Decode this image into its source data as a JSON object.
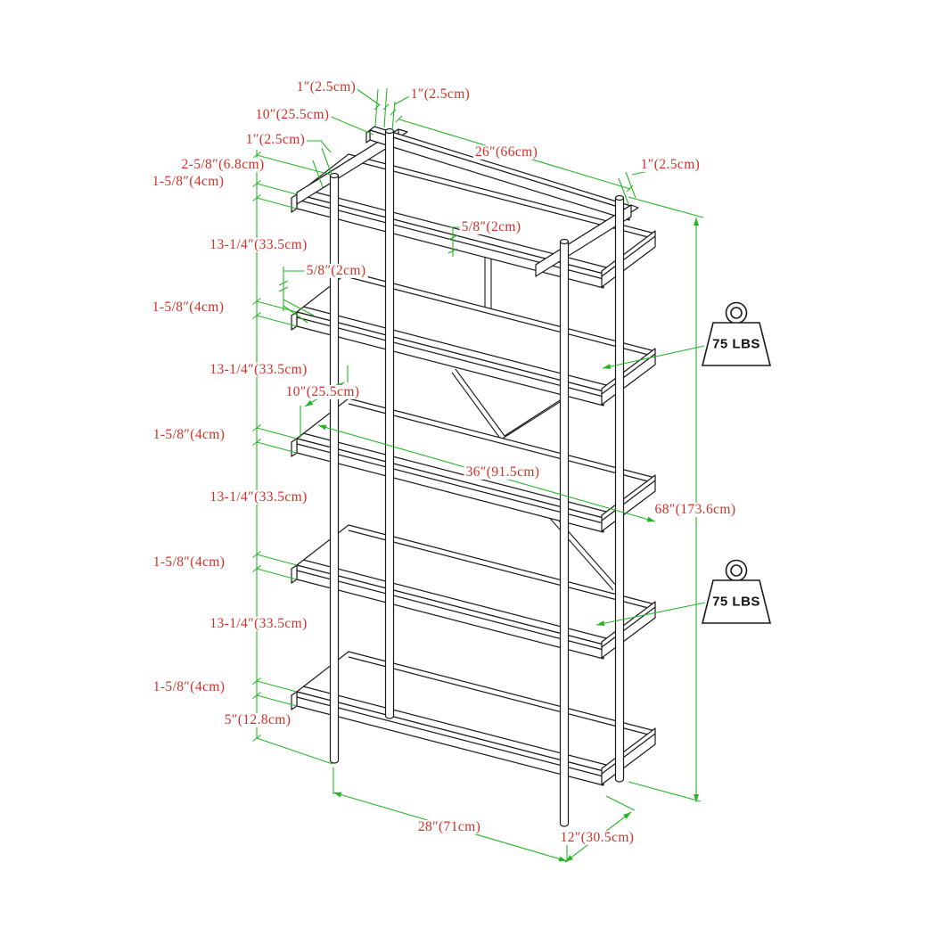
{
  "diagram": {
    "subject": "bookshelf-dimension-diagram",
    "shelf_count": 5,
    "colors": {
      "dimension_line": "#28b428",
      "dimension_text": "#d22f28",
      "drawing_line": "#1a1a1a",
      "background": "#ffffff"
    },
    "dims": [
      "1″(2.5cm)",
      "1″(2.5cm)",
      "10″(25.5cm)",
      "1″(2.5cm)",
      "26″(66cm)",
      "2-5/8″(6.8cm)",
      "1-5/8″(4cm)",
      "1″(2.5cm)",
      "13-1/4″(33.5cm)",
      "5/8″(2cm)",
      "5/8″(2cm)",
      "1-5/8″(4cm)",
      "13-1/4″(33.5cm)",
      "10″(25.5cm)",
      "1-5/8″(4cm)",
      "36″(91.5cm)",
      "13-1/4″(33.5cm)",
      "68″(173.6cm)",
      "1-5/8″(4cm)",
      "13-1/4″(33.5cm)",
      "1-5/8″(4cm)",
      "5″(12.8cm)",
      "28″(71cm)",
      "12″(30.5cm)"
    ],
    "weights": [
      {
        "label": "75 LBS"
      },
      {
        "label": "75 LBS"
      }
    ]
  }
}
